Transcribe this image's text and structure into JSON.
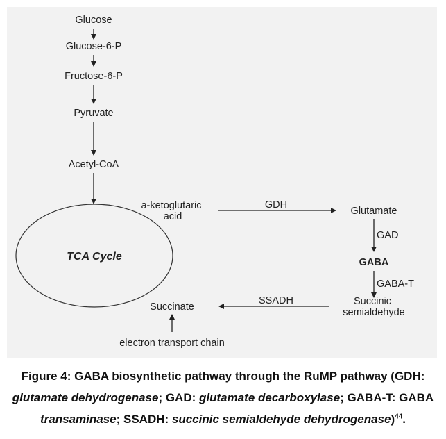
{
  "nodes": {
    "glucose": "Glucose",
    "glucose6p": "Glucose-6-P",
    "fructose6p": "Fructose-6-P",
    "pyruvate": "Pyruvate",
    "acetylcoa": "Acetyl-CoA",
    "tca": "TCA Cycle",
    "akg_line1": "a-ketoglutaric",
    "akg_line2": "acid",
    "glutamate": "Glutamate",
    "gaba": "GABA",
    "ssa_line1": "Succinic",
    "ssa_line2": "semialdehyde",
    "succinate": "Succinate",
    "etc": "electron transport chain"
  },
  "enzymes": {
    "gdh": "GDH",
    "gad": "GAD",
    "gabat": "GABA-T",
    "ssadh": "SSADH"
  },
  "caption": {
    "p1": "Figure 4: GABA biosynthetic pathway through the RuMP pathway (GDH: ",
    "p2": "glutamate dehydrogenase",
    "p3": "; GAD: ",
    "p4": "glutamate decarboxylase",
    "p5": "; GABA-T: GABA ",
    "p6": "transaminase",
    "p7": "; SSADH: ",
    "p8": "succinic semialdehyde dehydrogenase",
    "p9": ")",
    "ref": "44",
    "end": "."
  }
}
